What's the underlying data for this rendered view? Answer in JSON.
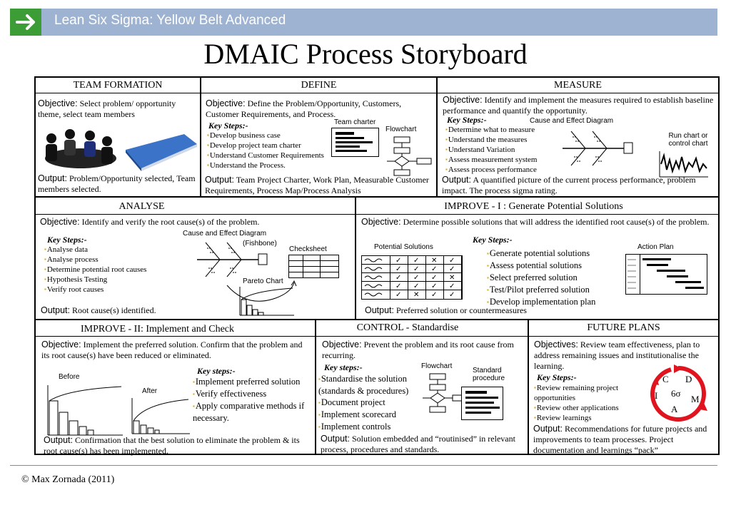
{
  "banner": {
    "title": "Lean Six Sigma: Yellow Belt Advanced"
  },
  "main_title": "DMAIC Process Storyboard",
  "colors": {
    "banner": "#9db3d1",
    "arrow_box": "#3c9c35",
    "bullet": "#d9a300",
    "cycle": "#e0141e"
  },
  "team": {
    "header": "TEAM FORMATION",
    "objective_label": "Objective:",
    "objective": "Select problem/ opportunity theme,  select team members",
    "output_label": "Output:",
    "output": "Problem/Opportunity selected, Team members selected."
  },
  "define": {
    "header": "DEFINE",
    "objective_label": "Objective:",
    "objective": "Define the Problem/Opportunity, Customers, Customer Requirements, and Process.",
    "key_steps": "Key Steps:-",
    "steps": [
      "Develop business case",
      "Develop project team charter",
      "Understand Customer Requirements",
      "Understand the Process."
    ],
    "cap_charter": "Team charter",
    "cap_flow": "Flowchart",
    "output_label": "Output:",
    "output": "Team Project Charter, Work Plan, Measurable Customer Requirements, Process Map/Process Analysis"
  },
  "measure": {
    "header": "MEASURE",
    "objective_label": "Objective:",
    "objective": "Identify and implement the measures required to establish baseline performance and quantify the opportunity.",
    "key_steps": "Key Steps:-",
    "steps": [
      "Determine what to measure",
      "Understand the measures",
      "Understand Variation",
      "Assess measurement system",
      "Assess process performance"
    ],
    "cap_ce": "Cause and Effect Diagram",
    "cap_run": "Run chart or control chart",
    "output_label": "Output:",
    "output": "A quantified picture of the current process performance, problem impact. The process sigma rating."
  },
  "analyse": {
    "header": "ANALYSE",
    "objective_label": "Objective:",
    "objective": "Identify and verify the root cause(s) of the problem.",
    "key_steps": "Key Steps:-",
    "steps": [
      "Analyse data",
      "Analyse process",
      "Determine potential root causes",
      "Hypothesis Testing",
      "Verify root causes"
    ],
    "cap_ce": "Cause and Effect Diagram",
    "cap_fish": "(Fishbone)",
    "cap_check": "Checksheet",
    "cap_pareto": "Pareto Chart",
    "output_label": "Output:",
    "output": "Root cause(s) identified."
  },
  "improve1": {
    "header": "IMPROVE - I : Generate Potential Solutions",
    "objective_label": "Objective:",
    "objective": "Determine possible solutions that will address the identified root cause(s) of the problem.",
    "key_steps": "Key Steps:-",
    "steps": [
      "Generate potential solutions",
      "Assess potential solutions",
      "Select preferred solution",
      "Test/Pilot preferred solution",
      "Develop implementation plan"
    ],
    "cap_ps": "Potential Solutions",
    "cap_ap": "Action Plan",
    "matrix": [
      [
        "✓",
        "✓",
        "✕",
        "✓"
      ],
      [
        "✓",
        "✓",
        "✓",
        "✓"
      ],
      [
        "✓",
        "✓",
        "✓",
        "✕"
      ],
      [
        "✓",
        "✓",
        "✓",
        "✓"
      ],
      [
        "✓",
        "✕",
        "✓",
        "✓"
      ]
    ],
    "output_label": "Output:",
    "output": "Preferred solution or countermeasures"
  },
  "improve2": {
    "header": "IMPROVE - II: Implement and Check",
    "objective_label": "Objective:",
    "objective": "Implement the preferred solution. Confirm that the problem and its root cause(s) have been reduced or eliminated.",
    "key_steps": "Key steps:-",
    "steps": [
      "Implement preferred solution",
      "Verify effectiveness",
      "Apply comparative methods if necessary."
    ],
    "cap_before": "Before",
    "cap_after": "After",
    "output_label": "Output:",
    "output": "Confirmation that the best solution to eliminate the problem & its root cause(s) has been implemented."
  },
  "control": {
    "header": "CONTROL - Standardise",
    "objective_label": "Objective:",
    "objective": "Prevent the problem and its root cause from recurring.",
    "key_steps": "Key steps:-",
    "steps": [
      "Standardise the solution (standards & procedures)",
      "Document project",
      "Implement scorecard",
      "Implement controls"
    ],
    "cap_flow": "Flowchart",
    "cap_std": "Standard procedure",
    "output_label": "Output:",
    "output": "Solution embedded and “routinised” in relevant process, procedures and standards."
  },
  "future": {
    "header": "FUTURE PLANS",
    "objective_label": "Objectives:",
    "objective": "Review team effectiveness,  plan to address remaining issues and institutionalise the learning.",
    "key_steps": "Key Steps:-",
    "steps": [
      "Review remaining project opportunities",
      "Review other applications",
      "Review learnings"
    ],
    "cycle": {
      "d": "D",
      "m": "M",
      "a": "A",
      "i": "I",
      "c": "C",
      "center": "6σ"
    },
    "output_label": "Output:",
    "output": "Recommendations for future projects and improvements to team processes. Project documentation and learnings “pack”"
  },
  "footer": {
    "copyright": "© Max Zornada (2011)"
  }
}
